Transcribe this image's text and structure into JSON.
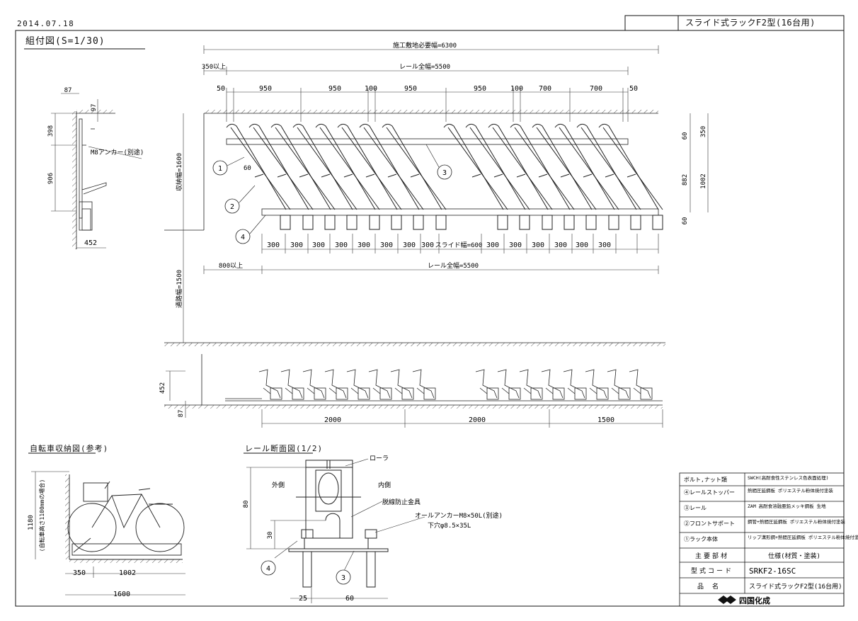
{
  "header": {
    "date": "2014.07.18",
    "title": "スライド式ラックF2型(16台用)"
  },
  "sections": {
    "main": "組付図(S=1/30)",
    "bike": "自転車収納図(参考)",
    "rail": "レール断面図(1/2)"
  },
  "plan_dims": {
    "total": "施工敷地必要幅=6300",
    "rail_top": "レール全幅=5500",
    "clearance_left": "350以上",
    "top_segments": [
      "50",
      "950",
      "950",
      "100",
      "950",
      "950",
      "100",
      "700",
      "700",
      "50"
    ],
    "bottom_segments": [
      "300",
      "300",
      "300",
      "300",
      "300",
      "300",
      "300",
      "300",
      "300",
      "300",
      "300",
      "300",
      "300",
      "300"
    ],
    "slide": "スライド幅=600",
    "rail_bottom": "レール全幅=5500",
    "clearance_bottom": "800以上",
    "right_a": "350",
    "right_b": "1002",
    "right_c": "882",
    "right_60a": "60",
    "right_60b": "60",
    "left_depth": "収納幅=1600",
    "passage": "通路幅=1500",
    "angle": "60",
    "callouts": [
      "1",
      "2",
      "3",
      "4"
    ]
  },
  "elev_dims": {
    "height": "452",
    "base": "87",
    "seg": [
      "2000",
      "2000",
      "1500"
    ]
  },
  "side_view": {
    "top": "87",
    "d97": "97",
    "d398": "398",
    "d906": "906",
    "anchor": "M8アンカー(別途)",
    "width": "452"
  },
  "bike_view": {
    "height": "1180",
    "height_note": "(自転車高さ1100mmの場合)",
    "d350": "350",
    "d1002": "1002",
    "d1600": "1600"
  },
  "rail_view": {
    "roller": "ローラ",
    "outer": "外側",
    "inner": "内側",
    "derail": "脱線防止金具",
    "anchor_1": "オールアンカーM8×50L(別途)",
    "anchor_2": "下穴φ8.5×35L",
    "h80": "80",
    "h30": "30",
    "w25": "25",
    "w60": "60",
    "c3": "3",
    "c4": "4"
  },
  "title_block": {
    "rows": [
      {
        "label": "ボルト,ナット類",
        "spec": "SWCH(高耐食性ステンレス色表面処理)"
      },
      {
        "label": "④レールストッパー",
        "spec": "熱間圧延鋼板 ポリエステル粉体焼付塗装"
      },
      {
        "label": "③レール",
        "spec": "ZAM 高耐食溶融亜鉛メッキ鋼板 生地"
      },
      {
        "label": "②フロントサポート",
        "spec": "鋼管+熱間圧延鋼板 ポリエステル粉体焼付塗装"
      },
      {
        "label": "①ラック本体",
        "spec": "リップ溝形鋼+熱間圧延鋼板 ポリエステル粉体焼付塗装"
      }
    ],
    "main_parts_label": "主要部材",
    "main_parts_spec": "仕様(材質・塗装)",
    "code_label": "型式コード",
    "code": "SRKF2-16SC",
    "name_label": "品名",
    "name": "スライド式ラックF2型(16台用)",
    "logo": "四国化成"
  }
}
